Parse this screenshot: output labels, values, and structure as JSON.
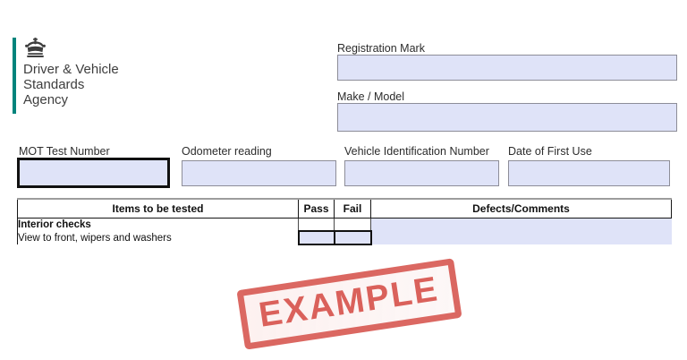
{
  "logo": {
    "lines": [
      "Driver & Vehicle",
      "Standards",
      "Agency"
    ]
  },
  "vehicle_section": {
    "registration": {
      "label": "Registration Mark",
      "value": ""
    },
    "make_model": {
      "label": "Make / Model",
      "value": ""
    }
  },
  "test_section": {
    "fields": [
      {
        "label": "MOT Test Number",
        "value": "",
        "focused": true
      },
      {
        "label": "Odometer reading",
        "value": ""
      },
      {
        "label": "Vehicle Identification Number",
        "value": ""
      },
      {
        "label": "Date of First Use",
        "value": ""
      }
    ]
  },
  "checklist_table": {
    "headers": [
      "Items to be tested",
      "Pass",
      "Fail",
      "Defects/Comments"
    ],
    "rows": [
      {
        "item": "Interior checks",
        "type": "section",
        "pass": "",
        "fail": "",
        "defects": ""
      },
      {
        "item": "View to front, wipers and washers",
        "type": "check-item",
        "pass": "",
        "fail": "",
        "defects": ""
      }
    ]
  },
  "stamp": {
    "text": "EXAMPLE",
    "color": "#d7544d"
  },
  "colors": {
    "accent_teal": "#00847c",
    "field_fill": "#dfe3f8",
    "field_border": "#8d8d98",
    "focused_border": "#111111",
    "stamp_red": "#d7544d"
  }
}
